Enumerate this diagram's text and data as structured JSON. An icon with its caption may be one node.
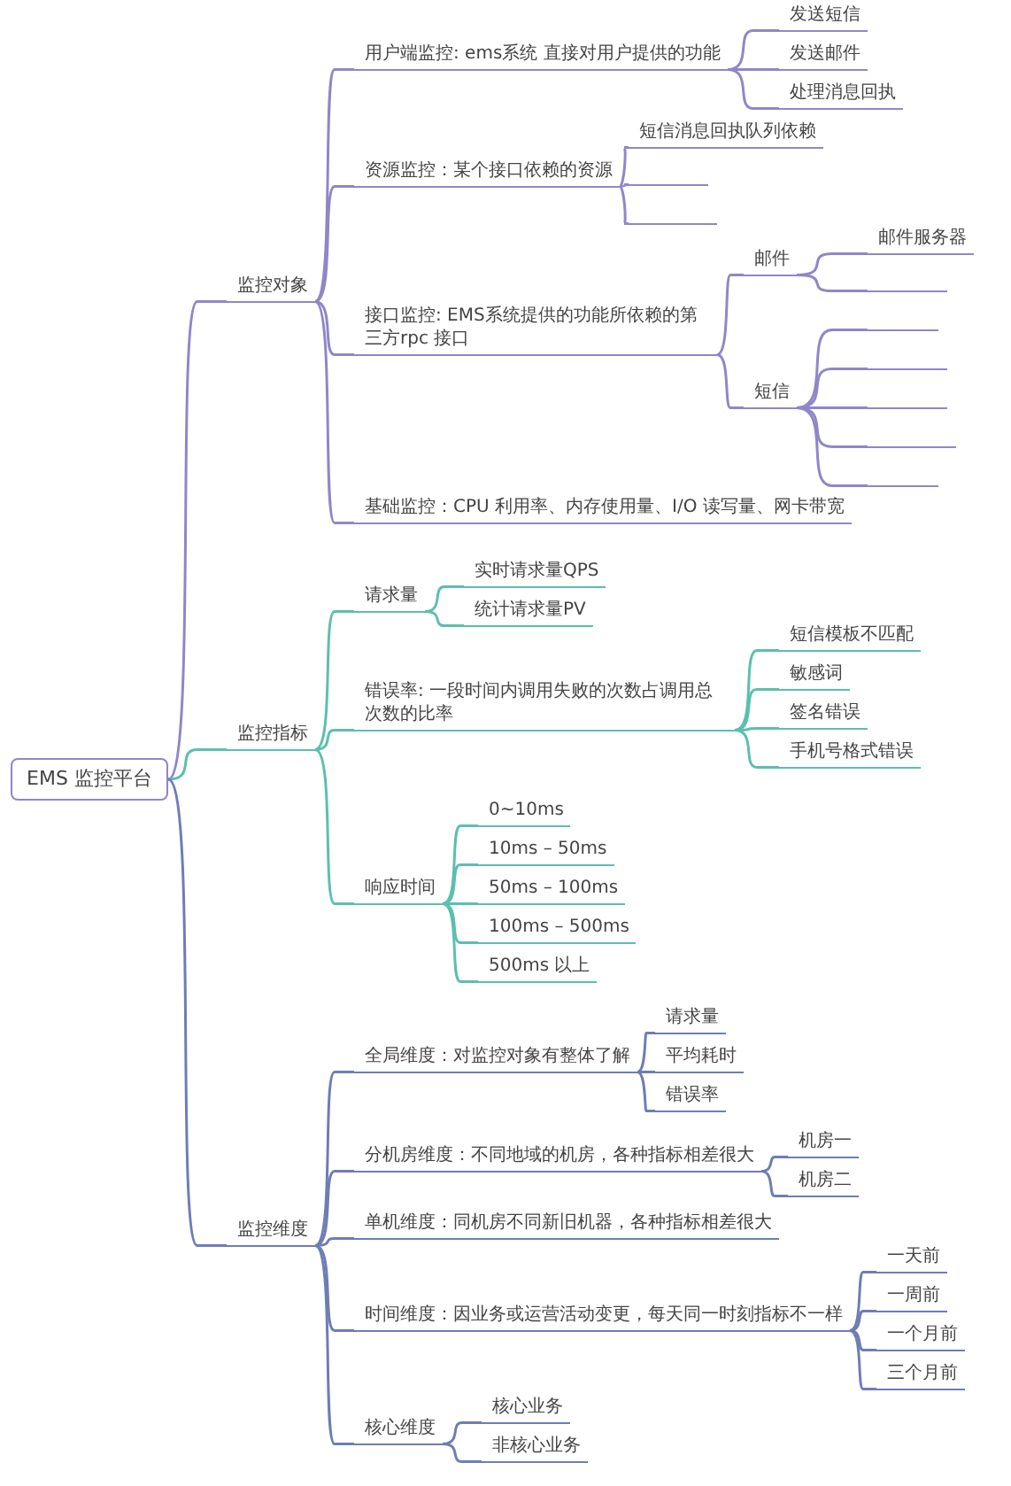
{
  "diagram": {
    "nodes": [
      {
        "text": [
          "EMS 监控平台"
        ]
      },
      {
        "text": [
          "监控对象"
        ]
      },
      {
        "text": [
          "用户端监控: ems系统 直接对用户提供的功能"
        ]
      },
      {
        "text": [
          "发送短信"
        ]
      },
      {
        "text": [
          "发送邮件"
        ]
      },
      {
        "text": [
          "处理消息回执"
        ]
      },
      {
        "text": [
          "资源监控：某个接口依赖的资源"
        ]
      },
      {
        "text": [
          "短信消息回执队列依赖"
        ]
      },
      {
        "text": [],
        "shape": "line"
      },
      {
        "text": [],
        "shape": "line"
      },
      {
        "text": [
          "接口监控: EMS系统提供的功能所依赖的第三方rpc 接口"
        ]
      },
      {
        "text": [
          "邮件"
        ]
      },
      {
        "text": [
          "邮件服务器"
        ]
      },
      {
        "text": [],
        "shape": "line"
      },
      {
        "text": [
          "短信"
        ]
      },
      {
        "text": [],
        "shape": "line"
      },
      {
        "text": [],
        "shape": "line"
      },
      {
        "text": [],
        "shape": "line"
      },
      {
        "text": [],
        "shape": "line"
      },
      {
        "text": [],
        "shape": "line"
      },
      {
        "text": [
          "基础监控：CPU 利用率、内存使用量、I/O 读写量、网卡带宽"
        ]
      },
      {
        "text": [
          "监控指标"
        ]
      },
      {
        "text": [
          "请求量"
        ]
      },
      {
        "text": [
          "实时请求量QPS"
        ]
      },
      {
        "text": [
          "统计请求量PV"
        ]
      },
      {
        "text": [
          "错误率: 一段时间内调用失败的次数占调用总次数的比率"
        ]
      },
      {
        "text": [
          "短信模板不匹配"
        ]
      },
      {
        "text": [
          "敏感词"
        ]
      },
      {
        "text": [
          "签名错误"
        ]
      },
      {
        "text": [
          "手机号格式错误"
        ]
      },
      {
        "text": [
          "响应时间"
        ]
      },
      {
        "text": [
          "0~10ms"
        ]
      },
      {
        "text": [
          "10ms – 50ms"
        ]
      },
      {
        "text": [
          "50ms – 100ms"
        ]
      },
      {
        "text": [
          "100ms – 500ms"
        ]
      },
      {
        "text": [
          "500ms 以上"
        ]
      },
      {
        "text": [
          "监控维度"
        ]
      },
      {
        "text": [
          "全局维度：对监控对象有整体了解"
        ]
      },
      {
        "text": [
          "请求量"
        ]
      },
      {
        "text": [
          "平均耗时"
        ]
      },
      {
        "text": [
          "错误率"
        ]
      },
      {
        "text": [
          "分机房维度：不同地域的机房，各种指标相差很大"
        ]
      },
      {
        "text": [
          "机房一"
        ]
      },
      {
        "text": [
          "机房二"
        ]
      },
      {
        "text": [
          "单机维度：同机房不同新旧机器，各种指标相差很大"
        ]
      },
      {
        "text": [
          "时间维度：因业务或运营活动变更，每天同一时刻指标不一样"
        ]
      },
      {
        "text": [
          "一天前"
        ]
      },
      {
        "text": [
          "一周前"
        ]
      },
      {
        "text": [
          "一个月前"
        ]
      },
      {
        "text": [
          "三个月前"
        ]
      },
      {
        "text": [
          "核心维度"
        ]
      },
      {
        "text": [
          "核心业务"
        ]
      },
      {
        "text": [
          "非核心业务"
        ]
      }
    ],
    "edges": [
      {
        "from": 0,
        "to": 1,
        "arrow": "none"
      },
      {
        "from": 1,
        "to": 2,
        "arrow": "none"
      },
      {
        "from": 2,
        "to": 3,
        "arrow": "none"
      },
      {
        "from": 2,
        "to": 4,
        "arrow": "none"
      },
      {
        "from": 2,
        "to": 5,
        "arrow": "none"
      },
      {
        "from": 1,
        "to": 6,
        "arrow": "none"
      },
      {
        "from": 6,
        "to": 7,
        "arrow": "none"
      },
      {
        "from": 6,
        "to": 8,
        "arrow": "none"
      },
      {
        "from": 6,
        "to": 9,
        "arrow": "none"
      },
      {
        "from": 1,
        "to": 10,
        "arrow": "none"
      },
      {
        "from": 10,
        "to": 11,
        "arrow": "none"
      },
      {
        "from": 11,
        "to": 12,
        "arrow": "none"
      },
      {
        "from": 11,
        "to": 13,
        "arrow": "none"
      },
      {
        "from": 10,
        "to": 14,
        "arrow": "none"
      },
      {
        "from": 14,
        "to": 15,
        "arrow": "none"
      },
      {
        "from": 14,
        "to": 16,
        "arrow": "none"
      },
      {
        "from": 14,
        "to": 17,
        "arrow": "none"
      },
      {
        "from": 14,
        "to": 18,
        "arrow": "none"
      },
      {
        "from": 14,
        "to": 19,
        "arrow": "none"
      },
      {
        "from": 1,
        "to": 20,
        "arrow": "none"
      },
      {
        "from": 0,
        "to": 21,
        "arrow": "none",
        "color": "#5cbfae"
      },
      {
        "from": 21,
        "to": 22,
        "arrow": "none",
        "color": "#5cbfae"
      },
      {
        "from": 22,
        "to": 23,
        "arrow": "none",
        "color": "#5cbfae"
      },
      {
        "from": 22,
        "to": 24,
        "arrow": "none",
        "color": "#5cbfae"
      },
      {
        "from": 21,
        "to": 25,
        "arrow": "none",
        "color": "#5cbfae"
      },
      {
        "from": 25,
        "to": 26,
        "arrow": "none",
        "color": "#5cbfae"
      },
      {
        "from": 25,
        "to": 27,
        "arrow": "none",
        "color": "#5cbfae"
      },
      {
        "from": 25,
        "to": 28,
        "arrow": "none",
        "color": "#5cbfae"
      },
      {
        "from": 25,
        "to": 29,
        "arrow": "none",
        "color": "#5cbfae"
      },
      {
        "from": 21,
        "to": 30,
        "arrow": "none",
        "color": "#5cbfae"
      },
      {
        "from": 30,
        "to": 31,
        "arrow": "none",
        "color": "#5cbfae"
      },
      {
        "from": 30,
        "to": 32,
        "arrow": "none",
        "color": "#5cbfae"
      },
      {
        "from": 30,
        "to": 33,
        "arrow": "none",
        "color": "#5cbfae"
      },
      {
        "from": 30,
        "to": 34,
        "arrow": "none",
        "color": "#5cbfae"
      },
      {
        "from": 30,
        "to": 35,
        "arrow": "none",
        "color": "#5cbfae"
      },
      {
        "from": 0,
        "to": 36,
        "arrow": "none",
        "color": "#6e7db4"
      },
      {
        "from": 36,
        "to": 37,
        "arrow": "none",
        "color": "#6e7db4"
      },
      {
        "from": 37,
        "to": 38,
        "arrow": "none",
        "color": "#6e7db4"
      },
      {
        "from": 37,
        "to": 39,
        "arrow": "none",
        "color": "#6e7db4"
      },
      {
        "from": 37,
        "to": 40,
        "arrow": "none",
        "color": "#6e7db4"
      },
      {
        "from": 36,
        "to": 41,
        "arrow": "none",
        "color": "#6e7db4"
      },
      {
        "from": 41,
        "to": 42,
        "arrow": "none",
        "color": "#6e7db4"
      },
      {
        "from": 41,
        "to": 43,
        "arrow": "none",
        "color": "#6e7db4"
      },
      {
        "from": 36,
        "to": 44,
        "arrow": "none",
        "color": "#6e7db4"
      },
      {
        "from": 36,
        "to": 45,
        "arrow": "none",
        "color": "#6e7db4"
      },
      {
        "from": 45,
        "to": 46,
        "arrow": "none",
        "color": "#6e7db4"
      },
      {
        "from": 45,
        "to": 47,
        "arrow": "none",
        "color": "#6e7db4"
      },
      {
        "from": 45,
        "to": 48,
        "arrow": "none",
        "color": "#6e7db4"
      },
      {
        "from": 45,
        "to": 49,
        "arrow": "none",
        "color": "#6e7db4"
      },
      {
        "from": 36,
        "to": 50,
        "arrow": "none",
        "color": "#6e7db4"
      },
      {
        "from": 50,
        "to": 51,
        "arrow": "none",
        "color": "#6e7db4"
      },
      {
        "from": 50,
        "to": 52,
        "arrow": "none",
        "color": "#6e7db4"
      }
    ]
  }
}
